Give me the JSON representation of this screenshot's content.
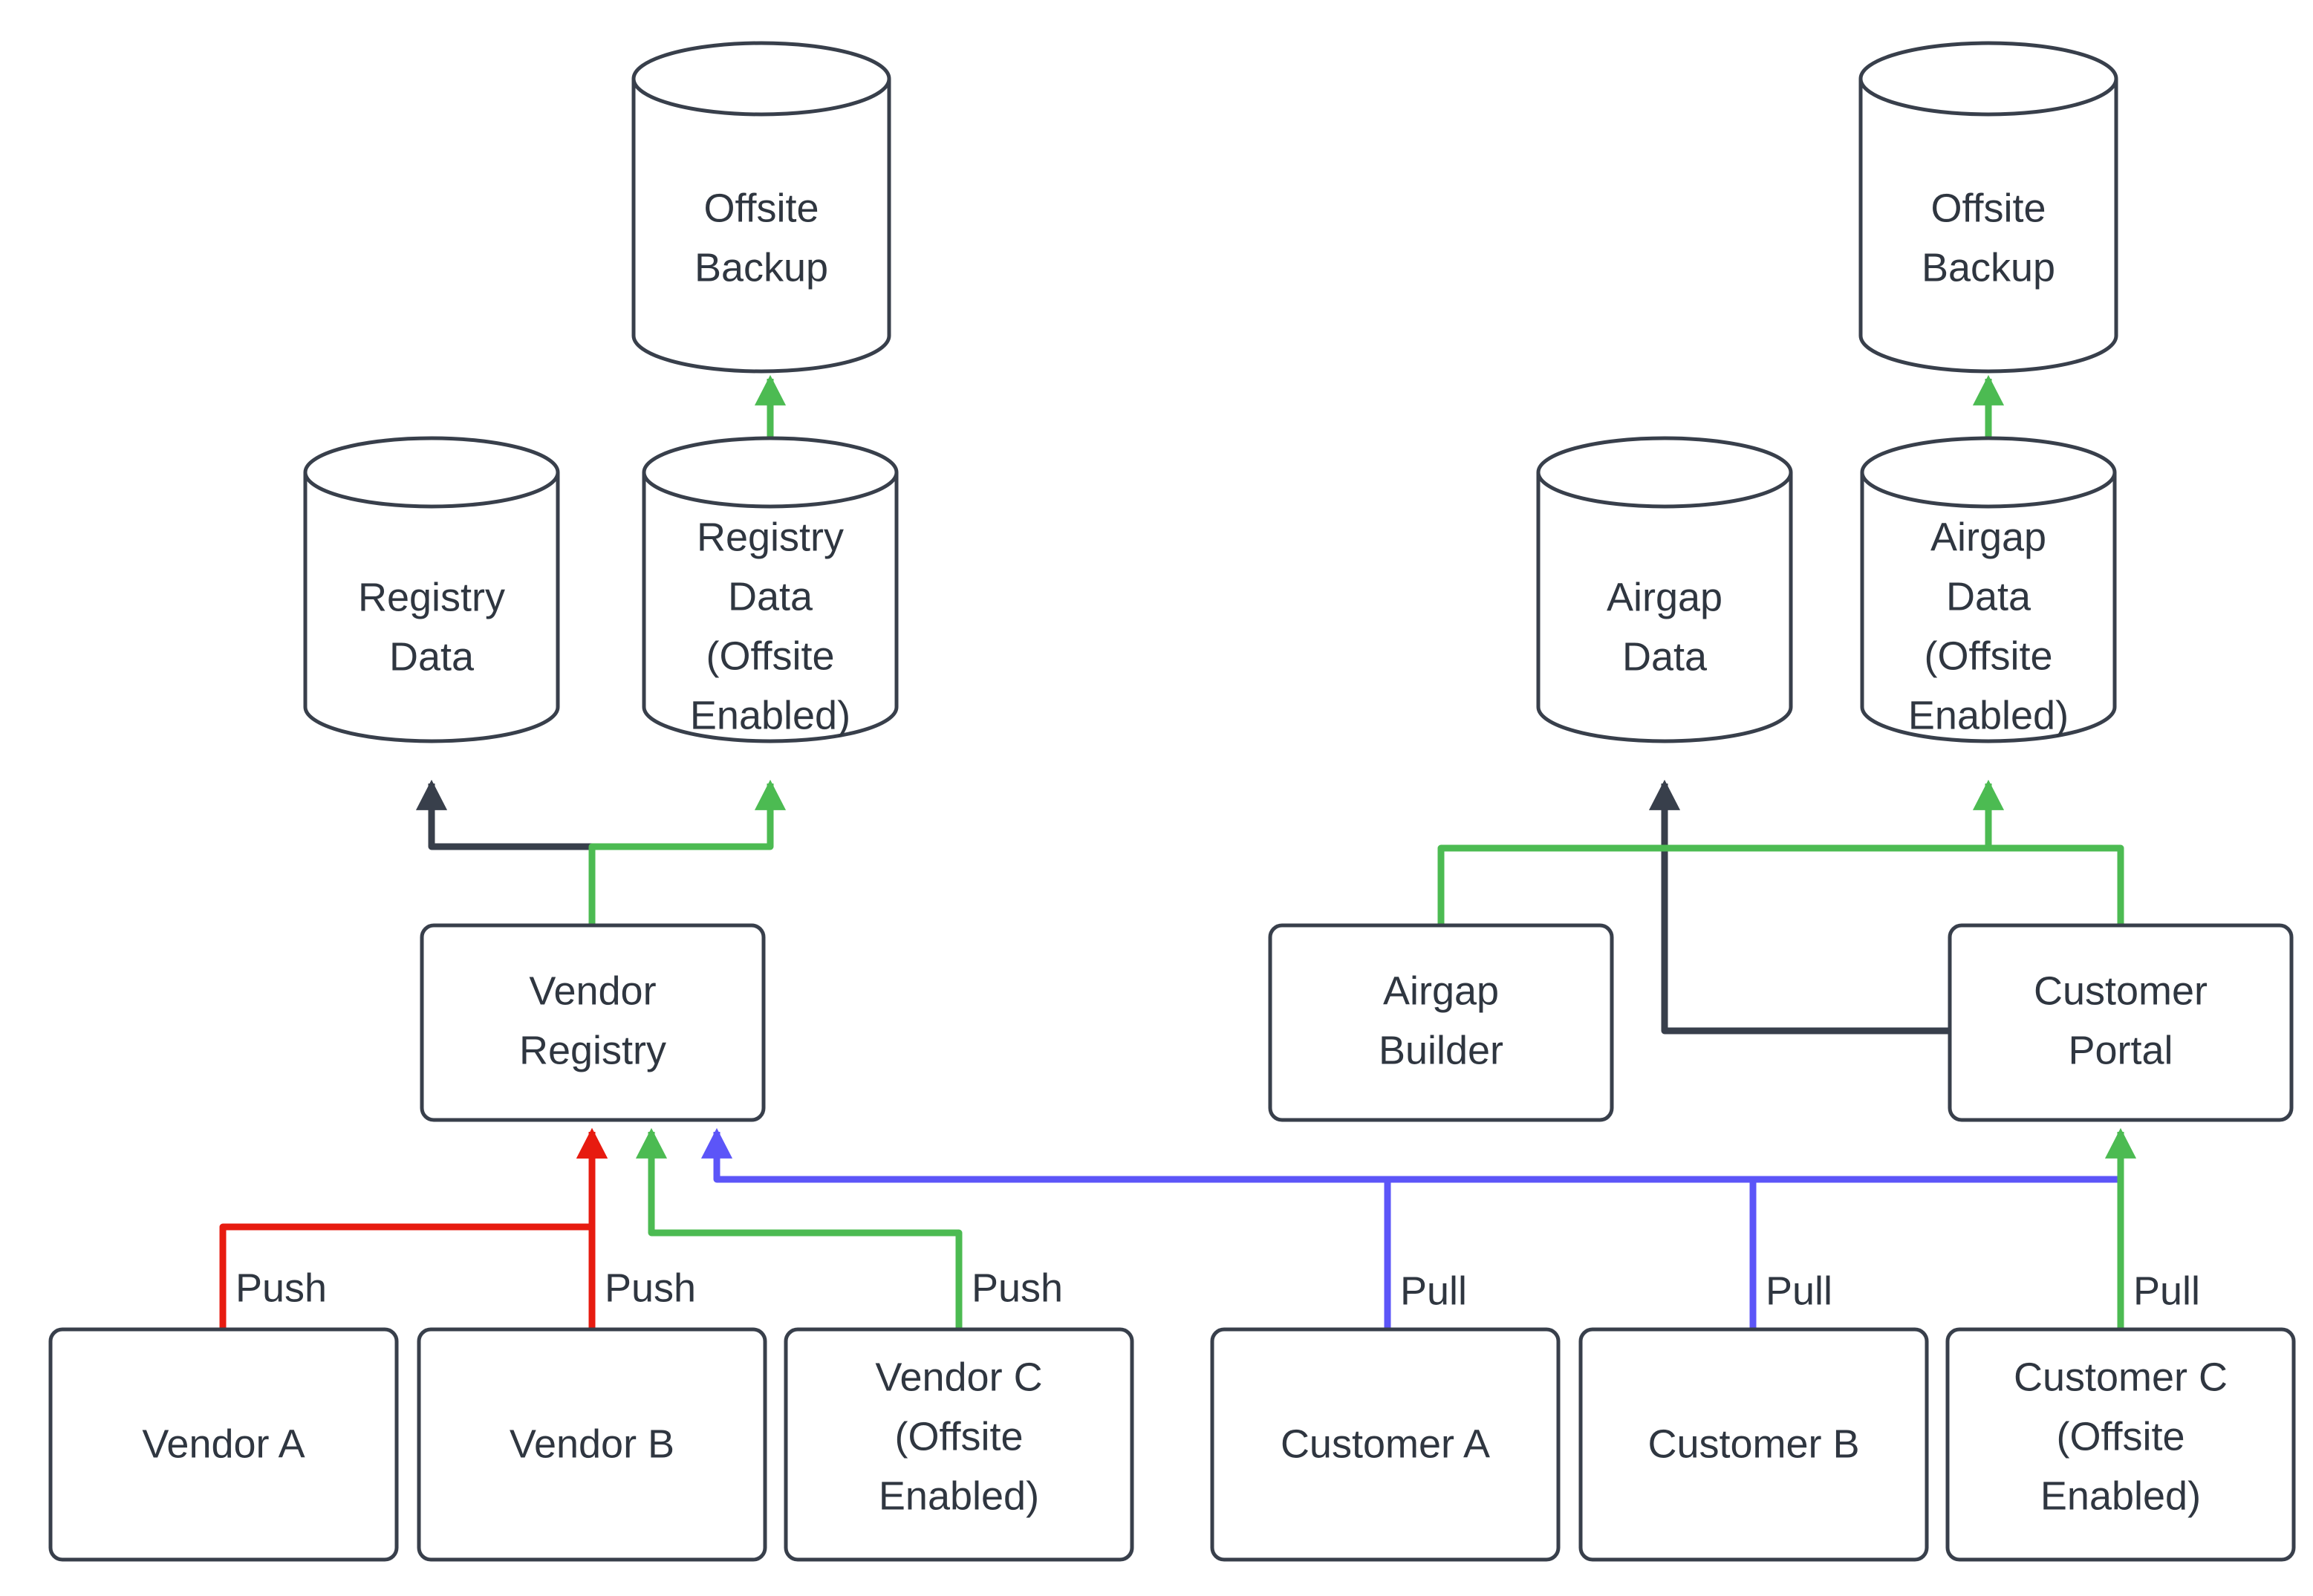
{
  "diagram": {
    "title": "Vendor Registry and Customer Airgap Data Flow",
    "colors": {
      "stroke_dark": "#383F4B",
      "text": "#2F3640",
      "background": "#FFFFFF",
      "edge_green": "#4CBB52",
      "edge_red": "#E71B10",
      "edge_blue": "#5C55F8",
      "edge_dark": "#383F4B"
    },
    "nodes": {
      "offsite_backup_left": {
        "label_line1": "Offsite",
        "label_line2": "Backup",
        "shape": "cylinder"
      },
      "offsite_backup_right": {
        "label_line1": "Offsite",
        "label_line2": "Backup",
        "shape": "cylinder"
      },
      "registry_data": {
        "label_line1": "Registry",
        "label_line2": "Data",
        "shape": "cylinder"
      },
      "registry_data_offsite": {
        "label_line1": "Registry",
        "label_line2": "Data",
        "label_line3": "(Offsite",
        "label_line4": "Enabled)",
        "shape": "cylinder"
      },
      "airgap_data": {
        "label_line1": "Airgap",
        "label_line2": "Data",
        "shape": "cylinder"
      },
      "airgap_data_offsite": {
        "label_line1": "Airgap",
        "label_line2": "Data",
        "label_line3": "(Offsite",
        "label_line4": "Enabled)",
        "shape": "cylinder"
      },
      "vendor_registry": {
        "label_line1": "Vendor",
        "label_line2": "Registry",
        "shape": "process"
      },
      "airgap_builder": {
        "label_line1": "Airgap",
        "label_line2": "Builder",
        "shape": "process"
      },
      "customer_portal": {
        "label_line1": "Customer",
        "label_line2": "Portal",
        "shape": "process"
      },
      "vendor_a": {
        "label_line1": "Vendor A",
        "shape": "process"
      },
      "vendor_b": {
        "label_line1": "Vendor B",
        "shape": "process"
      },
      "vendor_c": {
        "label_line1": "Vendor C",
        "label_line2": "(Offsite",
        "label_line3": "Enabled)",
        "shape": "process"
      },
      "customer_a": {
        "label_line1": "Customer A",
        "shape": "process"
      },
      "customer_b": {
        "label_line1": "Customer B",
        "shape": "process"
      },
      "customer_c": {
        "label_line1": "Customer C",
        "label_line2": "(Offsite",
        "label_line3": "Enabled)",
        "shape": "process"
      }
    },
    "edge_labels": {
      "vendor_a_push": "Push",
      "vendor_b_push": "Push",
      "vendor_c_push": "Push",
      "customer_a_pull": "Pull",
      "customer_b_pull": "Pull",
      "customer_c_pull": "Pull"
    },
    "edges": [
      {
        "from": "vendor_a",
        "to": "vendor_registry",
        "label": "Push",
        "color": "#E71B10"
      },
      {
        "from": "vendor_b",
        "to": "vendor_registry",
        "label": "Push",
        "color": "#E71B10"
      },
      {
        "from": "vendor_c",
        "to": "vendor_registry",
        "label": "Push",
        "color": "#4CBB52"
      },
      {
        "from": "customer_a",
        "to": "customer_portal",
        "label": "Pull",
        "color": "#5C55F8"
      },
      {
        "from": "customer_b",
        "to": "customer_portal",
        "label": "Pull",
        "color": "#5C55F8"
      },
      {
        "from": "customer_c",
        "to": "customer_portal",
        "label": "Pull",
        "color": "#4CBB52"
      },
      {
        "from": "customer_portal",
        "to": "vendor_registry",
        "label": "",
        "color": "#5C55F8"
      },
      {
        "from": "vendor_registry",
        "to": "registry_data",
        "label": "",
        "color": "#383F4B"
      },
      {
        "from": "vendor_registry",
        "to": "registry_data_offsite",
        "label": "",
        "color": "#4CBB52"
      },
      {
        "from": "registry_data_offsite",
        "to": "offsite_backup_left",
        "label": "",
        "color": "#4CBB52"
      },
      {
        "from": "customer_portal",
        "to": "airgap_data",
        "label": "",
        "color": "#383F4B"
      },
      {
        "from": "airgap_builder",
        "to": "airgap_data_offsite",
        "label": "",
        "color": "#4CBB52"
      },
      {
        "from": "customer_portal",
        "to": "airgap_data_offsite",
        "label": "",
        "color": "#4CBB52"
      },
      {
        "from": "airgap_data_offsite",
        "to": "offsite_backup_right",
        "label": "",
        "color": "#4CBB52"
      }
    ]
  }
}
